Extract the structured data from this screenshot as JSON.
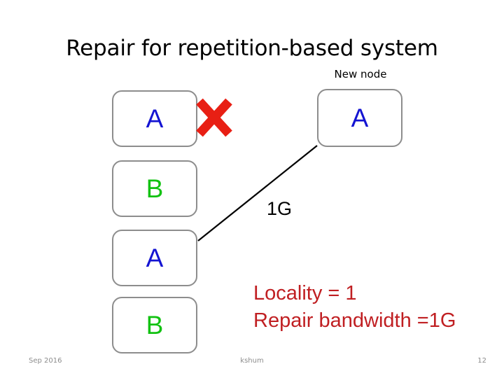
{
  "slide": {
    "title": "Repair for repetition-based system",
    "page_number": "12",
    "background_color": "#ffffff"
  },
  "colors": {
    "label_blue": "#1414d2",
    "label_green": "#12c212",
    "box_border": "#8d8d8d",
    "x_mark_red": "#e81f14",
    "conclusion_red": "#c01f22",
    "footer_gray": "#8c8c8c",
    "connector_black": "#000000"
  },
  "diagram": {
    "storage_nodes": [
      {
        "label": "A",
        "color_name": "blue",
        "failed": true
      },
      {
        "label": "B",
        "color_name": "green",
        "failed": false
      },
      {
        "label": "A",
        "color_name": "blue",
        "failed": false
      },
      {
        "label": "B",
        "color_name": "green",
        "failed": false
      }
    ],
    "new_node": {
      "caption": "New node",
      "label": "A",
      "color_name": "blue"
    },
    "failure_marker": {
      "icon": "x-mark-icon",
      "applies_to_node_index": 0
    },
    "connector": {
      "from_node_index": 2,
      "to": "new-node",
      "bandwidth_label": "1G"
    }
  },
  "conclusion": {
    "line_1": "Locality = 1",
    "line_2": "Repair bandwidth =1G"
  },
  "footer": {
    "date": "Sep 2016",
    "author": "kshum",
    "page": "12"
  }
}
